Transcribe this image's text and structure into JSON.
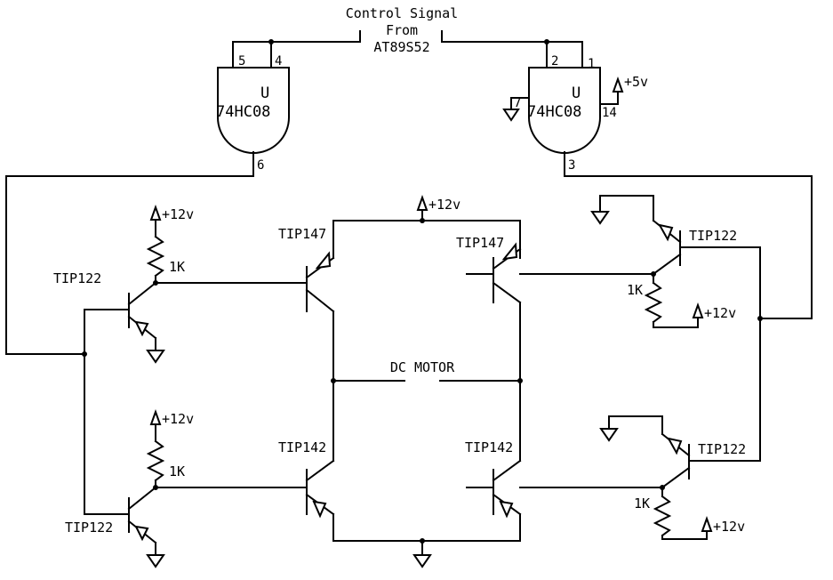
{
  "control": {
    "line1": "Control Signal",
    "line2": "From",
    "line3": "AT89S52"
  },
  "gates": {
    "u1_ref": "U",
    "u1_part": "74HC08",
    "u1_pin_a": "5",
    "u1_pin_b": "4",
    "u1_pin_out": "6",
    "u2_ref": "U",
    "u2_part": "74HC08",
    "u2_pin_a": "2",
    "u2_pin_b": "1",
    "u2_pin_out": "3",
    "u2_pin_gnd": "7",
    "u2_pin_vcc": "14"
  },
  "supplies": {
    "plus5": "+5v",
    "plus12": "+12v"
  },
  "resistors": {
    "value": "1K"
  },
  "transistors": {
    "tip122": "TIP122",
    "tip147": "TIP147",
    "tip142": "TIP142"
  },
  "motor": {
    "label": "DC MOTOR"
  }
}
